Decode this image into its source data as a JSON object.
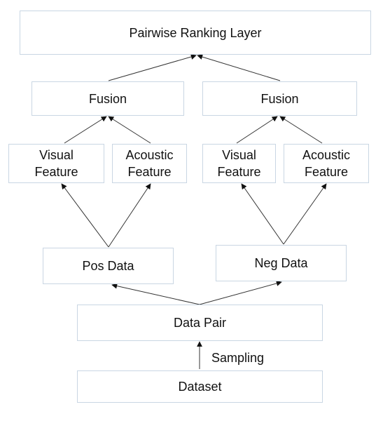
{
  "nodes": {
    "ranking": "Pairwise Ranking Layer",
    "fusion_left": "Fusion",
    "fusion_right": "Fusion",
    "visual_left": "Visual\nFeature",
    "acoustic_left": "Acoustic\nFeature",
    "visual_right": "Visual\nFeature",
    "acoustic_right": "Acoustic\nFeature",
    "pos_data": "Pos Data",
    "neg_data": "Neg Data",
    "data_pair": "Data Pair",
    "dataset": "Dataset"
  },
  "edge_labels": {
    "sampling": "Sampling"
  },
  "edges": [
    {
      "from": "dataset",
      "to": "data_pair",
      "label": "sampling"
    },
    {
      "from": "data_pair",
      "to": "pos_data"
    },
    {
      "from": "data_pair",
      "to": "neg_data"
    },
    {
      "from": "pos_data",
      "to": "visual_left"
    },
    {
      "from": "pos_data",
      "to": "acoustic_left"
    },
    {
      "from": "neg_data",
      "to": "visual_right"
    },
    {
      "from": "neg_data",
      "to": "acoustic_right"
    },
    {
      "from": "visual_left",
      "to": "fusion_left"
    },
    {
      "from": "acoustic_left",
      "to": "fusion_left"
    },
    {
      "from": "visual_right",
      "to": "fusion_right"
    },
    {
      "from": "acoustic_right",
      "to": "fusion_right"
    },
    {
      "from": "fusion_left",
      "to": "ranking"
    },
    {
      "from": "fusion_right",
      "to": "ranking"
    }
  ],
  "colors": {
    "box_border": "#c9d6e3",
    "arrow": "#333333",
    "text": "#111111"
  }
}
